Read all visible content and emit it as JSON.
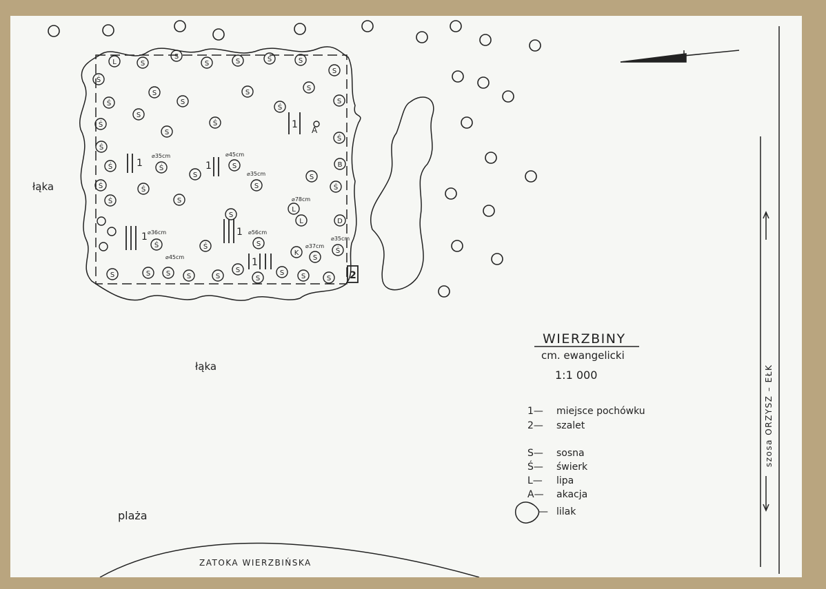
{
  "title": "WIERZBINY",
  "subtitle": "cm. ewangelicki",
  "scale": "1:1 000",
  "legend": [
    {
      "key": "1—",
      "label": "miejsce pochówku"
    },
    {
      "key": "2—",
      "label": "szalet"
    },
    {
      "key": "S—",
      "label": "sosna"
    },
    {
      "key": "Ś—",
      "label": "świerk"
    },
    {
      "key": "L—",
      "label": "lipa"
    },
    {
      "key": "A—",
      "label": "akacja"
    },
    {
      "key": "—",
      "label": "lilak",
      "icon": "lilac-shrub-icon"
    }
  ],
  "labels": {
    "meadow_left": "łąka",
    "meadow_bottom": "łąka",
    "beach": "plaża",
    "bay": "ZATOKA WIERZBIŃSKA",
    "road": "szosa ORZYSZ – EŁK"
  },
  "markers": {
    "grave_number": "1",
    "toilet_number": "2",
    "spruce": "Ś",
    "pine": "S",
    "linden": "L",
    "acacia": "A",
    "birch": "B",
    "oak": "D",
    "maple": "K"
  },
  "diameters": [
    "⌀35cm",
    "⌀45cm",
    "⌀35cm",
    "⌀78cm",
    "⌀36cm",
    "⌀56cm",
    "⌀45cm",
    "⌀37cm",
    "⌀35cm"
  ],
  "colors": {
    "paper": "#f6f7f4",
    "board": "#b9a57f",
    "ink": "#222222"
  }
}
